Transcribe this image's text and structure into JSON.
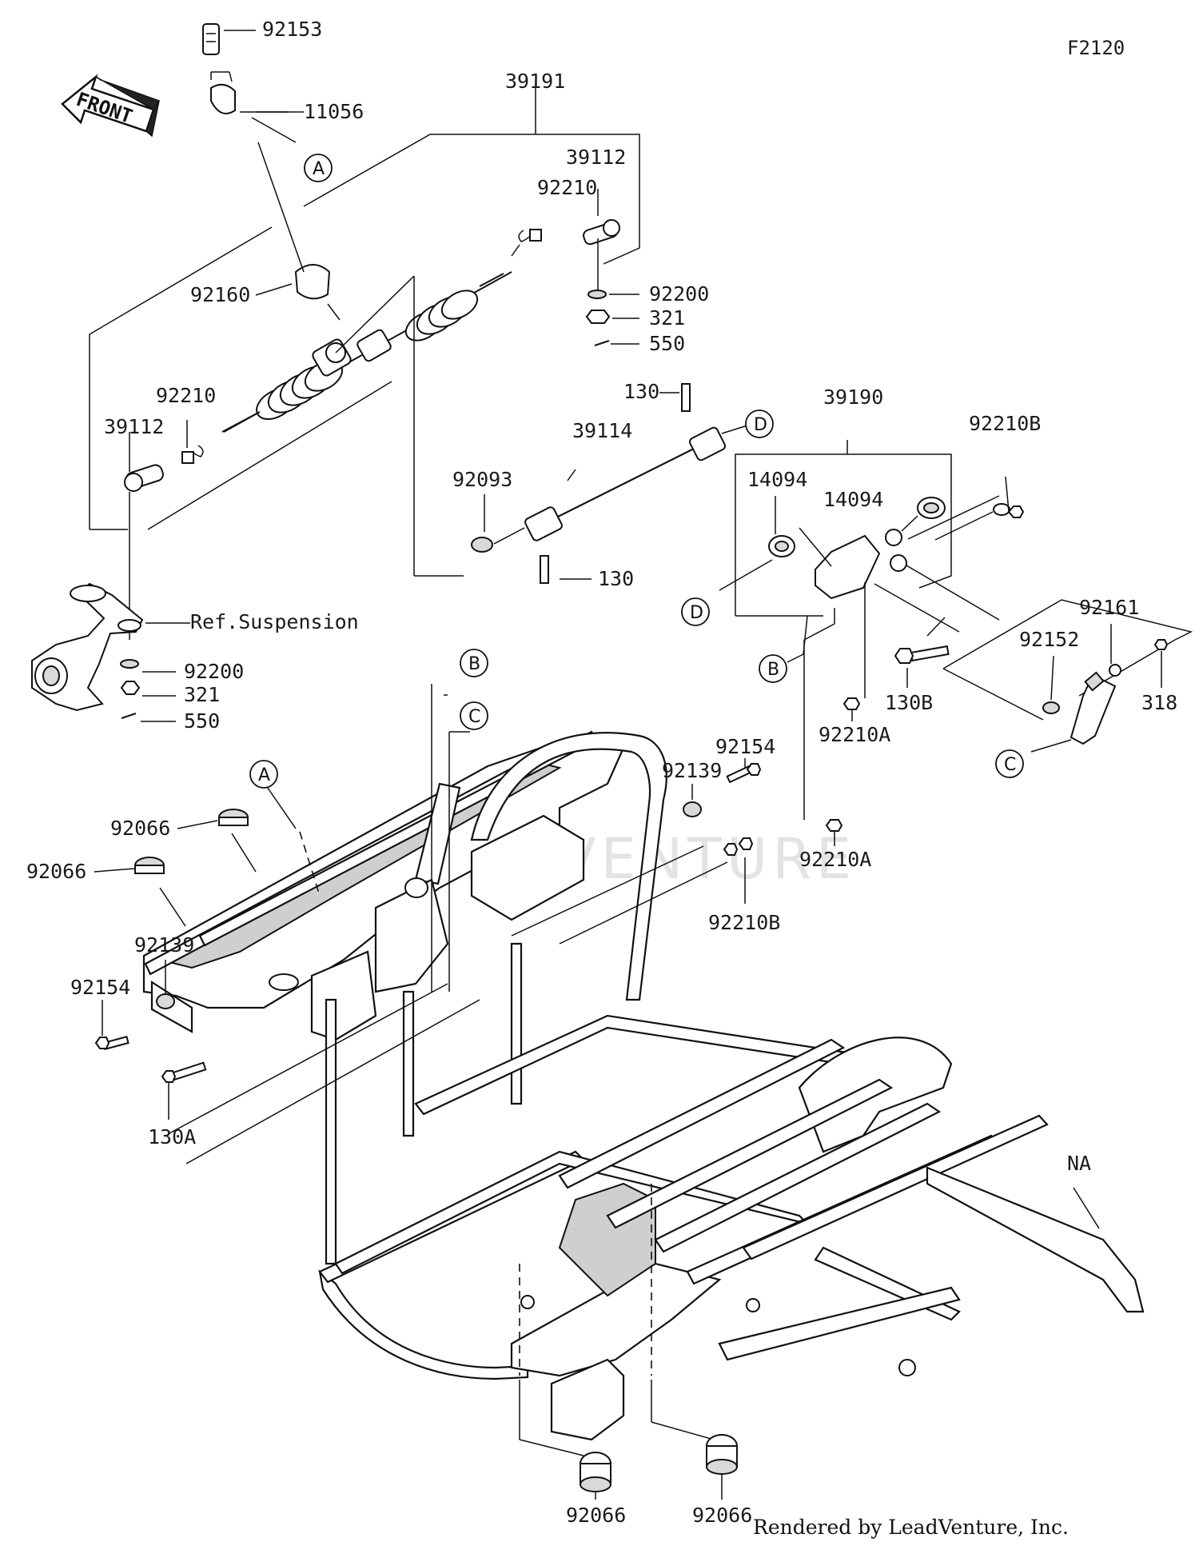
{
  "diagram_id": "F2120",
  "credit": "Rendered by LeadVenture, Inc.",
  "watermark": "LEADVENTURE",
  "front_arrow_label": "FRONT",
  "ref_label": "Ref.Suspension",
  "callouts": {
    "c92153": "92153",
    "c11056": "11056",
    "c39191": "39191",
    "c39112_right": "39112",
    "c92210_right": "92210",
    "c92200_right": "92200",
    "c321_right": "321",
    "c550_right": "550",
    "c92160": "92160",
    "c92210_left": "92210",
    "c39112_left": "39112",
    "c92200_left": "92200",
    "c321_left": "321",
    "c550_left": "550",
    "c130_top": "130",
    "c39114": "39114",
    "c92093": "92093",
    "c130_bottom": "130",
    "c39190": "39190",
    "c92210B_top": "92210B",
    "c14094_left": "14094",
    "c14094_right": "14094",
    "c92161": "92161",
    "c92152": "92152",
    "c318": "318",
    "c130B": "130B",
    "c92210A_upper": "92210A",
    "c92210A_lower": "92210A",
    "c92154_right": "92154",
    "c92139_right": "92139",
    "c92210B_lower": "92210B",
    "c92066_a": "92066",
    "c92066_b": "92066",
    "c92139_left": "92139",
    "c92154_left": "92154",
    "c130A": "130A",
    "cNA": "NA",
    "c92066_c": "92066",
    "c92066_d": "92066"
  },
  "circle_refs": {
    "A_top": "A",
    "A_frame": "A",
    "B_frame": "B",
    "C_frame": "C",
    "D_top": "D",
    "D_left": "D",
    "B_right": "B",
    "C_right": "C"
  }
}
